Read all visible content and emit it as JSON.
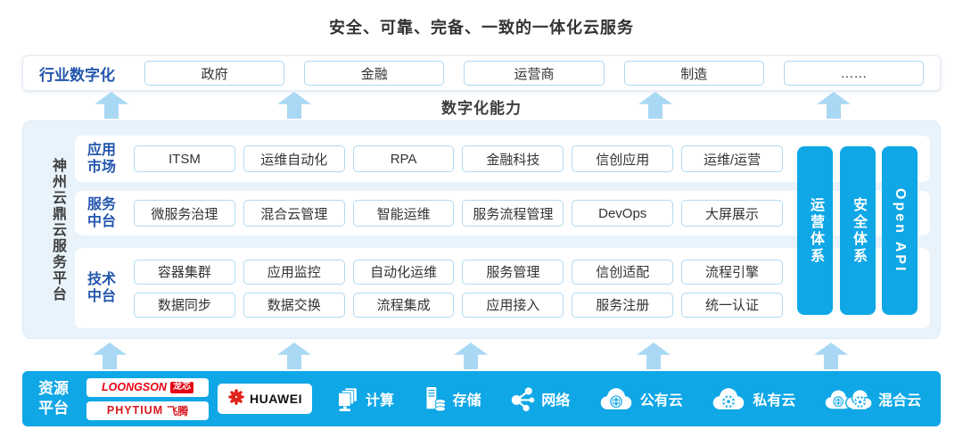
{
  "title": "安全、可靠、完备、一致的一体化云服务",
  "industry": {
    "label": "行业数字化",
    "items": [
      "政府",
      "金融",
      "运营商",
      "制造",
      "……"
    ]
  },
  "capability_label": "数字化能力",
  "platform": {
    "side_label": "神州云鼎云服务平台",
    "rows": [
      {
        "label": "应用市场",
        "items": [
          "ITSM",
          "运维自动化",
          "RPA",
          "金融科技",
          "信创应用",
          "运维/运营"
        ]
      },
      {
        "label": "服务中台",
        "items": [
          "微服务治理",
          "混合云管理",
          "智能运维",
          "服务流程管理",
          "DevOps",
          "大屏展示"
        ]
      },
      {
        "label": "技术中台",
        "items_top": [
          "容器集群",
          "应用监控",
          "自动化运维",
          "服务管理",
          "信创适配",
          "流程引擎"
        ],
        "items_bottom": [
          "数据同步",
          "数据交换",
          "流程集成",
          "应用接入",
          "服务注册",
          "统一认证"
        ]
      }
    ],
    "pillars": [
      "运营体系",
      "安全体系",
      "Open API"
    ]
  },
  "resources": {
    "label": "资源平台",
    "vendors": {
      "loongson": {
        "name": "LOONGSON",
        "suffix": "龙芯"
      },
      "phytium": {
        "name": "PHYTIUM",
        "suffix": "飞腾"
      },
      "huawei": {
        "name": "HUAWEI"
      }
    },
    "items": [
      {
        "icon": "compute-icon",
        "label": "计算"
      },
      {
        "icon": "storage-icon",
        "label": "存储"
      },
      {
        "icon": "network-icon",
        "label": "网络"
      },
      {
        "icon": "public-cloud-icon",
        "label": "公有云"
      },
      {
        "icon": "private-cloud-icon",
        "label": "私有云"
      },
      {
        "icon": "hybrid-cloud-icon",
        "label": "混合云"
      }
    ]
  },
  "colors": {
    "accent_blue": "#0fa7e6",
    "arrow_blue": "#a9d8f4",
    "label_blue": "#2456ad",
    "box_border": "#aed7f1",
    "panel_bg": "#e9f3fb",
    "loongson_red": "#e60012",
    "phytium_red": "#d71920",
    "huawei_red": "#e1251b"
  }
}
